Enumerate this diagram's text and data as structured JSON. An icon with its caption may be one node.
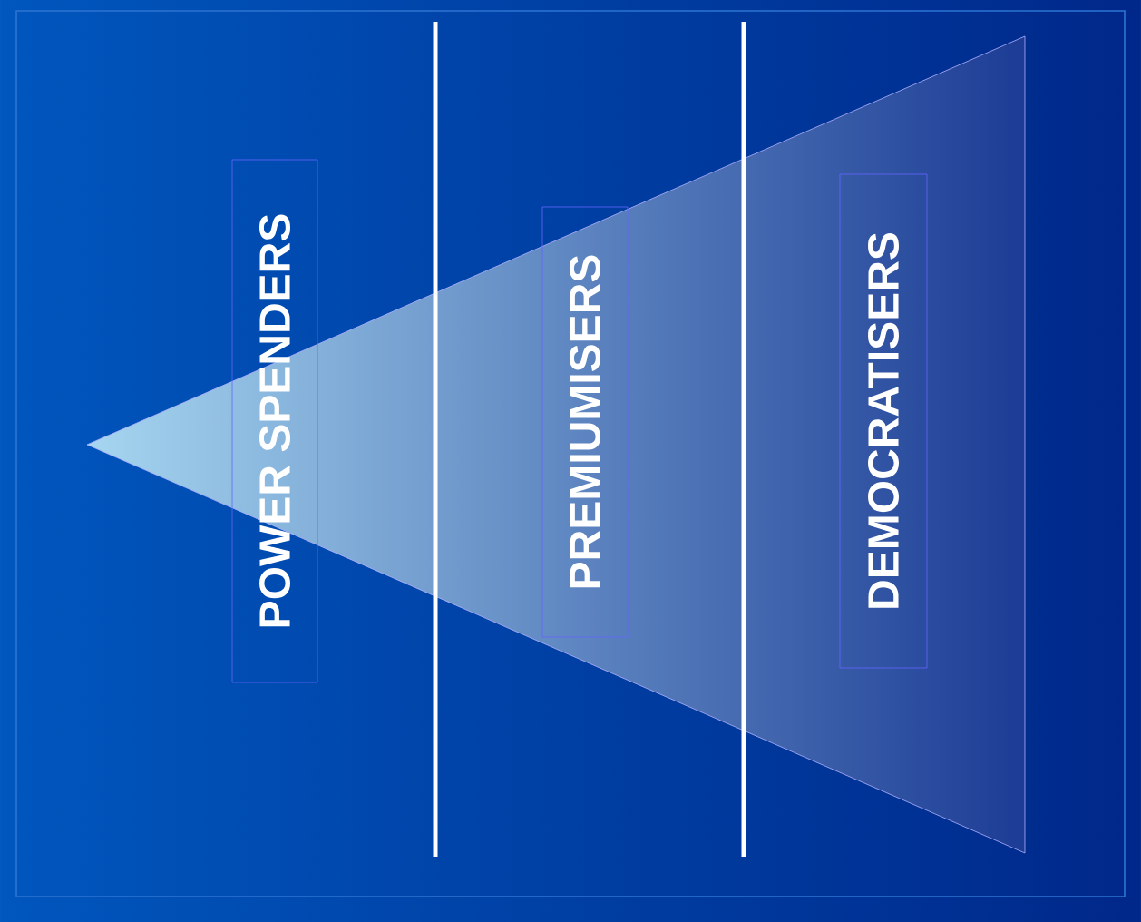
{
  "diagram": {
    "nodes": [
      {
        "text": [
          "POWER SPENDERS"
        ]
      },
      {
        "text": [
          "PREMIUMISERS"
        ]
      },
      {
        "text": [
          "DEMOCRATISERS"
        ]
      }
    ]
  }
}
